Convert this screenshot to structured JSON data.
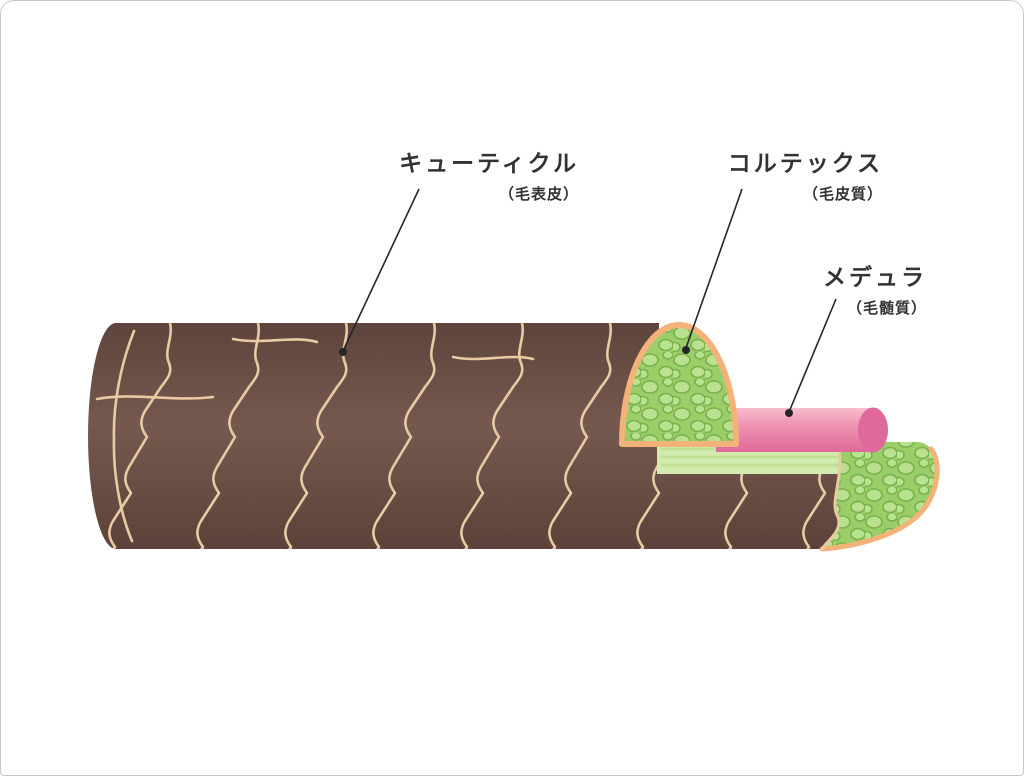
{
  "labels": [
    {
      "id": "cuticle",
      "name": "キューティクル",
      "sub": "（毛表皮）"
    },
    {
      "id": "cortex",
      "name": "コルテックス",
      "sub": "（毛皮質）"
    },
    {
      "id": "medulla",
      "name": "メデュラ",
      "sub": "（毛髄質）"
    }
  ],
  "colors": {
    "brown": "#6b5048",
    "tan": "#e8cba3",
    "green": "#9bce69",
    "green_cell": "#b9e18f",
    "green_cell_stroke": "#7ab04c",
    "rim_orange": "#f2b279",
    "band_green": "#d3ebb0",
    "band_stripe": "#bfe095",
    "medulla_pink": "#ef92b0",
    "medulla_pink_dark": "#e0699b",
    "label_ink": "#333333",
    "leader_ink": "#262626"
  }
}
